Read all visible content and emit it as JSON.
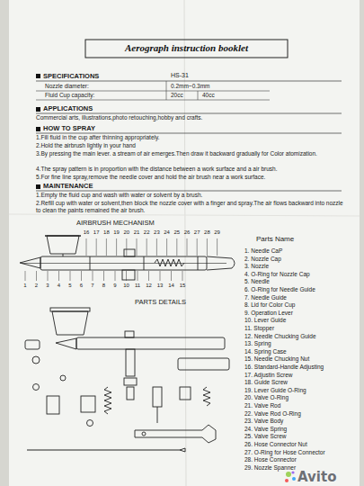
{
  "diagram": {
    "title": "Aerograph instruction booklet",
    "labels": [
      "SPECIFICATIONS",
      "HS-31",
      "Nozzle diameter:",
      "0.2mm~0.3mm",
      "Fluid Cup capacity:",
      "20cc",
      "40cc",
      "APPLICATIONS",
      "Commercial arts, illustrations,photo retouching,hobby and crafts.",
      "HOW TO SPRAY",
      "1.Fill fluid in the cup after thinning appropriately.",
      "2.Hold the airbrush lightly in your hand",
      "3.By pressing the main lever. a stream of air emerges.Then draw it backward gradually for Color atomization.",
      "4.The spray pattern is in proportion with the distance between a work surface and a air brush.",
      "5.For fine line spray,remove the needle cover and hold the air brush near a work surface.",
      "MAINTENANCE",
      "1.Empty the fluid cup and wash with water or solvent by a brush.",
      "2.Refill cup with water or solvent,then block the nozzle cover with a finger and spray.The air flows backward into nozzle to clean the paints remained the air brush.",
      "AIRBRUSH MECHANISM",
      "Parts Name",
      "1. Needle CaP",
      "2. Nozzle Cap",
      "3. Nozzle",
      "4. O-Ring for Nozzle Cap",
      "5. Needle",
      "6. O-Ring for Needle Guide",
      "7. Needle Guide",
      "8. Lid for Color Cup",
      "9. Operation Lever",
      "10. Lever Guide",
      "11. Stopper",
      "12. Needle Chucking Guide",
      "13. Spring",
      "14. Spring Case",
      "15. Needle Chucking Nut",
      "16. Standard-Handle Adjusting",
      "17. Adjustin Screw",
      "18. Guide Screw",
      "19. Lever Guide O-Ring",
      "20. Valve O-Ring",
      "21. Valve Rod",
      "22. Valve Rod O-Ring",
      "23. Valve Body",
      "24. Valve Spring",
      "25. Valve Screw",
      "26. Hose Connector Nut",
      "27. O-Ring for Hose Connector",
      "28. Hose Connector",
      "29. Nozzle Spanner",
      "PARTS DETAILS",
      "Avito",
      "1",
      "2",
      "3",
      "4",
      "5",
      "6",
      "7",
      "8",
      "9",
      "10",
      "11",
      "12",
      "13",
      "14",
      "15",
      "16",
      "17",
      "18",
      "19",
      "20",
      "21",
      "22",
      "23",
      "24",
      "25",
      "26",
      "27",
      "28",
      "29"
    ]
  }
}
